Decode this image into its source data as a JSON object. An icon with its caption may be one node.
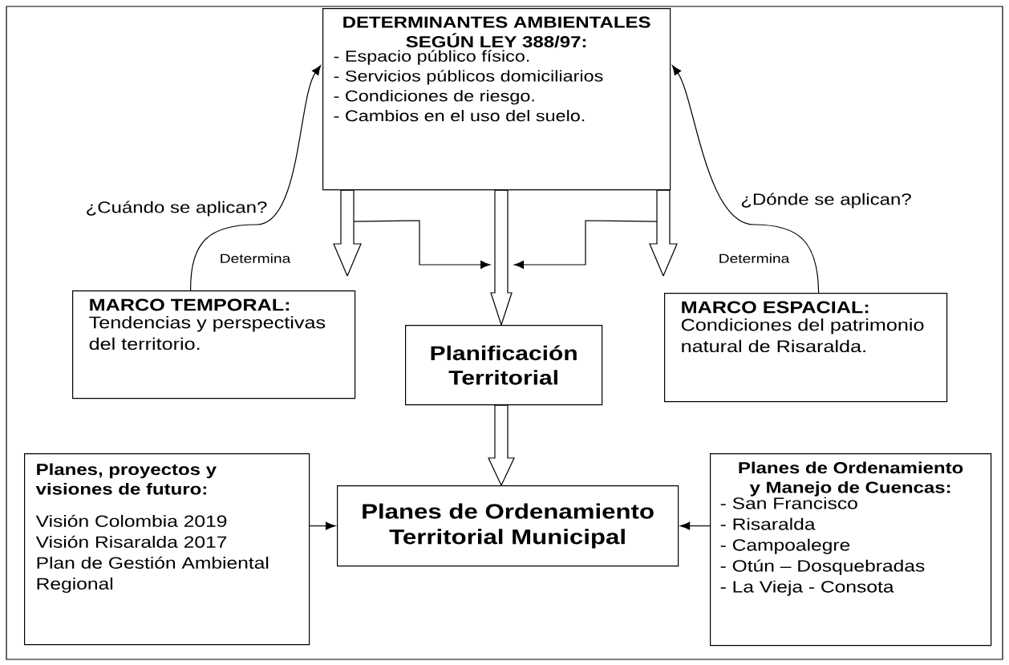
{
  "diagram": {
    "nodes": [
      {
        "text": [
          "DETERMINANTES AMBIENTALES SEGÚN LEY 388/97:",
          "- Espacio público físico.",
          "- Servicios públicos domiciliarios",
          "- Condiciones de riesgo.",
          "- Cambios en el uso del suelo."
        ]
      },
      {
        "text": [
          "MARCO TEMPORAL:",
          "Tendencias y perspectivas del territorio."
        ]
      },
      {
        "text": [
          "Planificación Territorial"
        ]
      },
      {
        "text": [
          "MARCO ESPACIAL:",
          "Condiciones del patrimonio natural de Risaralda."
        ]
      },
      {
        "text": [
          "Planes, proyectos y visiones de futuro:",
          "Visión Colombia 2019",
          "Visión Risaralda 2017",
          "Plan de Gestión Ambiental Regional"
        ]
      },
      {
        "text": [
          "Planes de Ordenamiento Territorial Municipal"
        ]
      },
      {
        "text": [
          "Planes de Ordenamiento y Manejo de Cuencas:",
          "- San Francisco",
          "- Risaralda",
          "- Campoalegre",
          "- Otún – Dosquebradas",
          "- La Vieja - Consota"
        ]
      }
    ],
    "edges": [
      {
        "from": 1,
        "to": 0,
        "arrow": "to",
        "label": "Determina"
      },
      {
        "from": 3,
        "to": 0,
        "arrow": "to",
        "label": "Determina"
      },
      {
        "from": 0,
        "to": null,
        "arrow": "to",
        "style": "thick"
      },
      {
        "from": 0,
        "to": 2,
        "arrow": "to",
        "style": "thick"
      },
      {
        "from": 0,
        "to": null,
        "arrow": "to",
        "style": "thick"
      },
      {
        "from": 0,
        "to": 2,
        "arrow": "to"
      },
      {
        "from": 0,
        "to": 2,
        "arrow": "to"
      },
      {
        "from": 2,
        "to": 5,
        "arrow": "to",
        "style": "thick"
      },
      {
        "from": 4,
        "to": 5,
        "arrow": "to"
      },
      {
        "from": 6,
        "to": 5,
        "arrow": "to"
      }
    ],
    "labels": [
      "¿Cuándo se aplican?",
      "¿Dónde se aplican?"
    ]
  }
}
